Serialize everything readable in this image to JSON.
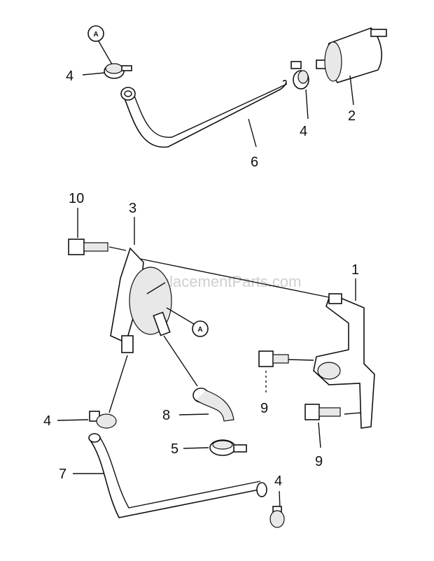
{
  "watermark": "eReplacementParts.com",
  "callouts": {
    "top": "A",
    "bottom": "A"
  },
  "labels": {
    "clamp_upper_left": "4",
    "fuel_filter": "2",
    "clamp_upper_right": "4",
    "hose_upper": "6",
    "bolt_pump": "10",
    "fuel_pump": "3",
    "bracket": "1",
    "bolt_bracket_upper": "9",
    "bolt_bracket_lower": "9",
    "clamp_lower_left": "4",
    "hose_elbow": "8",
    "clamp_mid": "5",
    "hose_lower": "7",
    "clamp_lower_right": "4"
  }
}
